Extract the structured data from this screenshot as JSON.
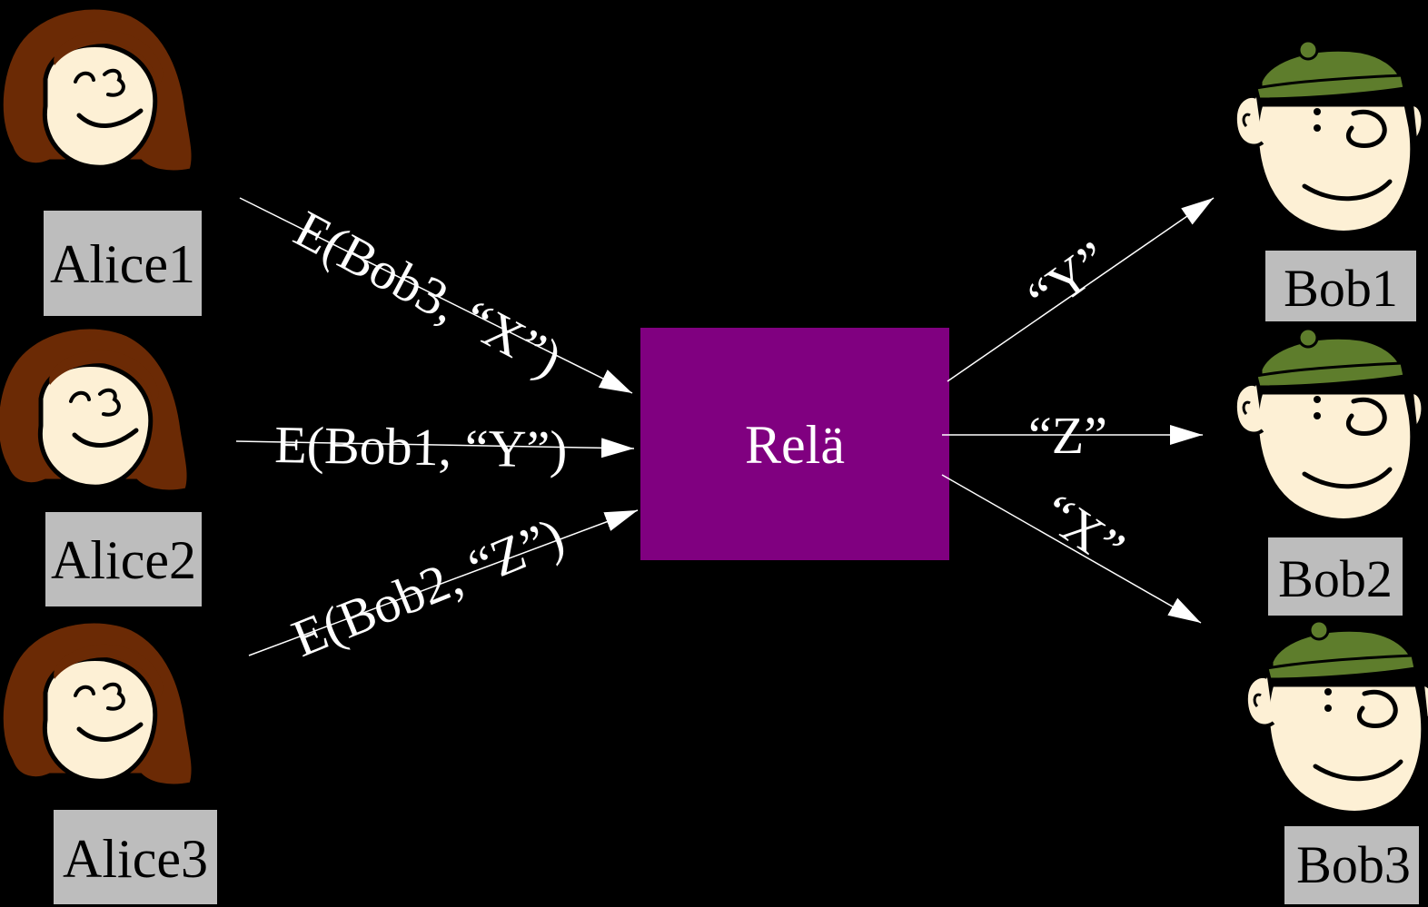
{
  "colors": {
    "background": "#000000",
    "relay_box": "#800080",
    "label_box": "#bdbdbd",
    "label_text": "#000000",
    "line": "#ffffff",
    "hair": "#6b2a05",
    "skin": "#fdf0d5",
    "cap": "#5e7d2c"
  },
  "senders": [
    {
      "name": "Alice1"
    },
    {
      "name": "Alice2"
    },
    {
      "name": "Alice3"
    }
  ],
  "receivers": [
    {
      "name": "Bob1"
    },
    {
      "name": "Bob2"
    },
    {
      "name": "Bob3"
    }
  ],
  "relay": {
    "label": "Relä"
  },
  "incoming_messages": [
    {
      "from": "Alice1",
      "text": "E(Bob3, “X”)"
    },
    {
      "from": "Alice2",
      "text": "E(Bob1, “Y”)"
    },
    {
      "from": "Alice3",
      "text": "E(Bob2, “Z”)"
    }
  ],
  "outgoing_messages": [
    {
      "to": "Bob1",
      "text": "“Y”"
    },
    {
      "to": "Bob2",
      "text": "“Z”"
    },
    {
      "to": "Bob3",
      "text": "“X”"
    }
  ]
}
